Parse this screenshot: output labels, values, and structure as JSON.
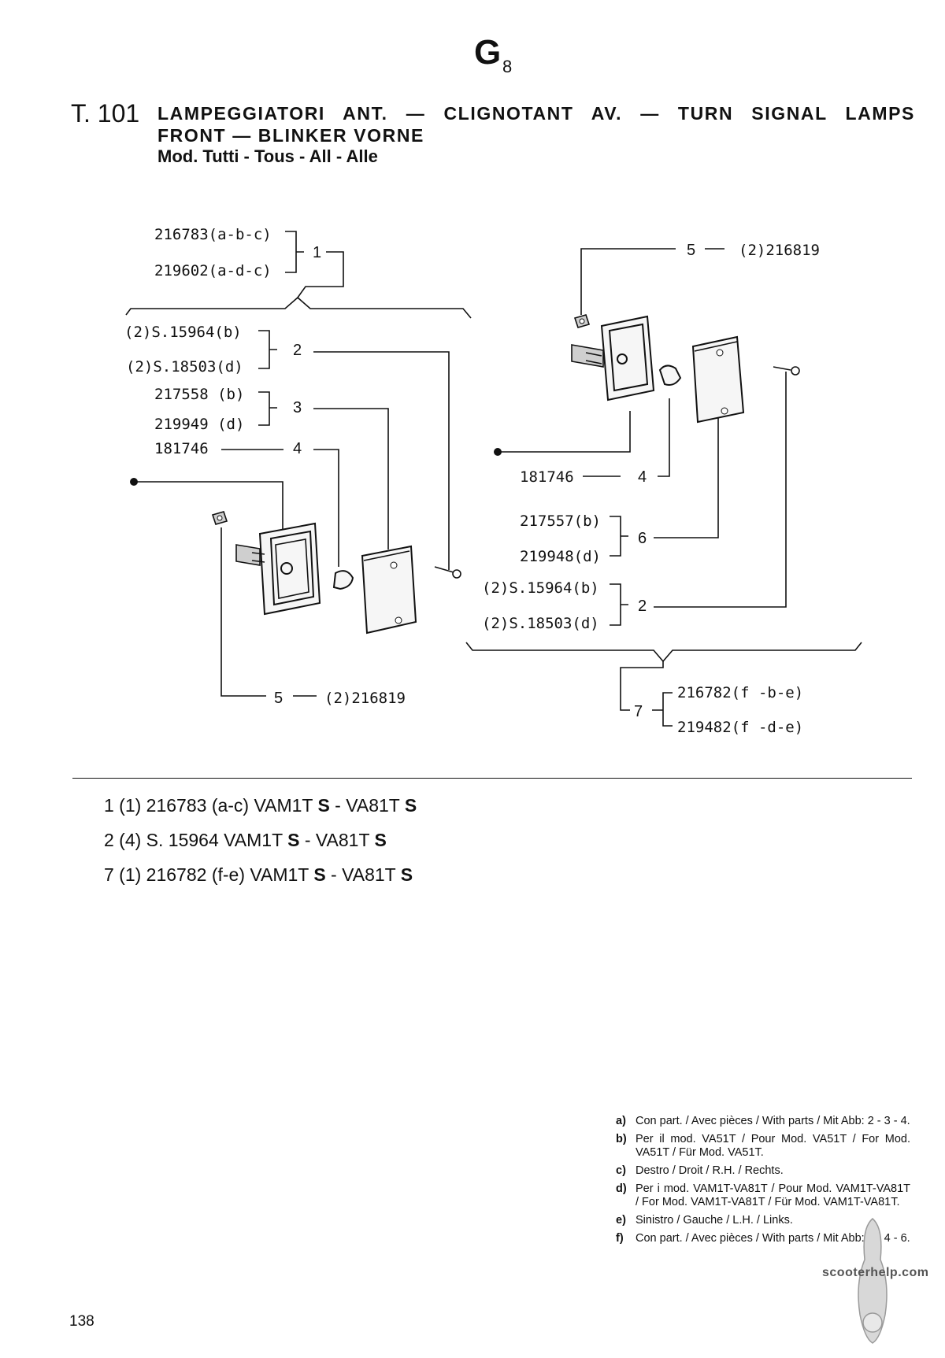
{
  "header": {
    "section_letter": "G",
    "section_number": "8",
    "table_number": "T. 101",
    "title_line1": "LAMPEGGIATORI ANT. — CLIGNOTANT AV. — TURN SIGNAL LAMPS",
    "title_line2": "FRONT — BLINKER VORNE",
    "models_line": "Mod. Tutti - Tous - All - Alle"
  },
  "diagram": {
    "left_assembly": {
      "part1_a": "216783(a-b-c)",
      "part1_b": "219602(a-d-c)",
      "ref1": "1",
      "part2_a": "(2)S.15964(b)",
      "part2_b": "(2)S.18503(d)",
      "ref2": "2",
      "part3_a": "217558 (b)",
      "part3_b": "219949 (d)",
      "ref3": "3",
      "part4": "181746",
      "ref4": "4",
      "ref5": "5",
      "part5": "(2)216819"
    },
    "right_assembly": {
      "ref5": "5",
      "part5": "(2)216819",
      "part4": "181746",
      "ref4": "4",
      "part6_a": "217557(b)",
      "part6_b": "219948(d)",
      "ref6": "6",
      "part2_a": "(2)S.15964(b)",
      "part2_b": "(2)S.18503(d)",
      "ref2": "2",
      "ref7": "7",
      "part7_a": "216782(f -b-e)",
      "part7_b": "219482(f -d-e)"
    }
  },
  "usage": [
    {
      "text": "1 (1) 216783 (a-c) VAM1T ",
      "s1": "S",
      "mid": " - VA81T ",
      "s2": "S"
    },
    {
      "text": "2 (4) S. 15964 VAM1T ",
      "s1": "S",
      "mid": " - VA81T ",
      "s2": "S"
    },
    {
      "text": "7 (1) 216782 (f-e) VAM1T ",
      "s1": "S",
      "mid": " - VA81T ",
      "s2": "S"
    }
  ],
  "notes": [
    {
      "key": "a)",
      "text": "Con part. / Avec pièces / With parts / Mit Abb: 2 - 3 - 4."
    },
    {
      "key": "b)",
      "text": "Per il mod. VA51T / Pour Mod. VA51T / For Mod. VA51T / Für Mod. VA51T."
    },
    {
      "key": "c)",
      "text": "Destro / Droit / R.H. / Rechts."
    },
    {
      "key": "d)",
      "text": "Per i mod. VAM1T-VA81T / Pour Mod. VAM1T-VA81T / For Mod. VAM1T-VA81T / Für Mod. VAM1T-VA81T."
    },
    {
      "key": "e)",
      "text": "Sinistro / Gauche / L.H. / Links."
    },
    {
      "key": "f)",
      "text": "Con part. / Avec pièces / With parts / Mit Abb: 2 - 4 - 6."
    }
  ],
  "page_number": "138",
  "watermark": "scooterhelp.com"
}
